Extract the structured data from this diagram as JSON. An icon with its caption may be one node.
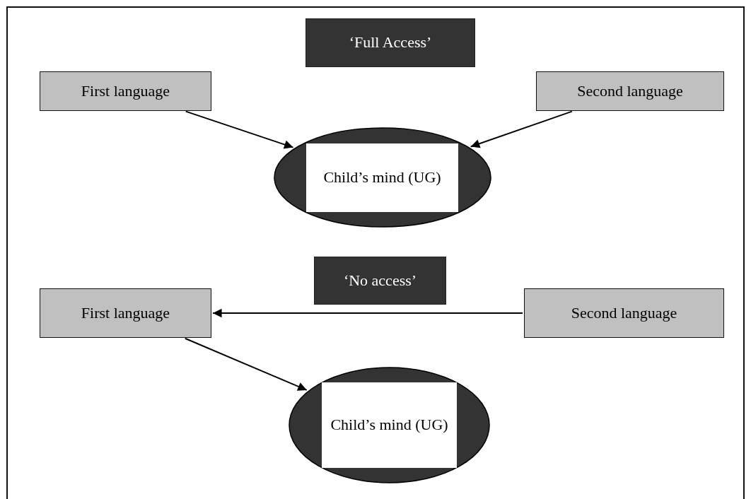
{
  "diagram": {
    "nodes": [
      {
        "text": [
          "‘Full Access’"
        ]
      },
      {
        "text": [
          "First language"
        ]
      },
      {
        "text": [
          "Second language"
        ]
      },
      {
        "text": [
          "Child’s mind (UG)"
        ]
      },
      {
        "text": [
          "‘No access’"
        ]
      },
      {
        "text": [
          "First language"
        ]
      },
      {
        "text": [
          "Second language"
        ]
      },
      {
        "text": [
          "Child’s mind (UG)"
        ]
      }
    ],
    "edges": [
      {
        "from": 1,
        "to": 3,
        "arrow": "to"
      },
      {
        "from": 2,
        "to": 3,
        "arrow": "to"
      },
      {
        "from": 6,
        "to": 5,
        "arrow": "to"
      },
      {
        "from": 5,
        "to": 7,
        "arrow": "to"
      }
    ]
  }
}
